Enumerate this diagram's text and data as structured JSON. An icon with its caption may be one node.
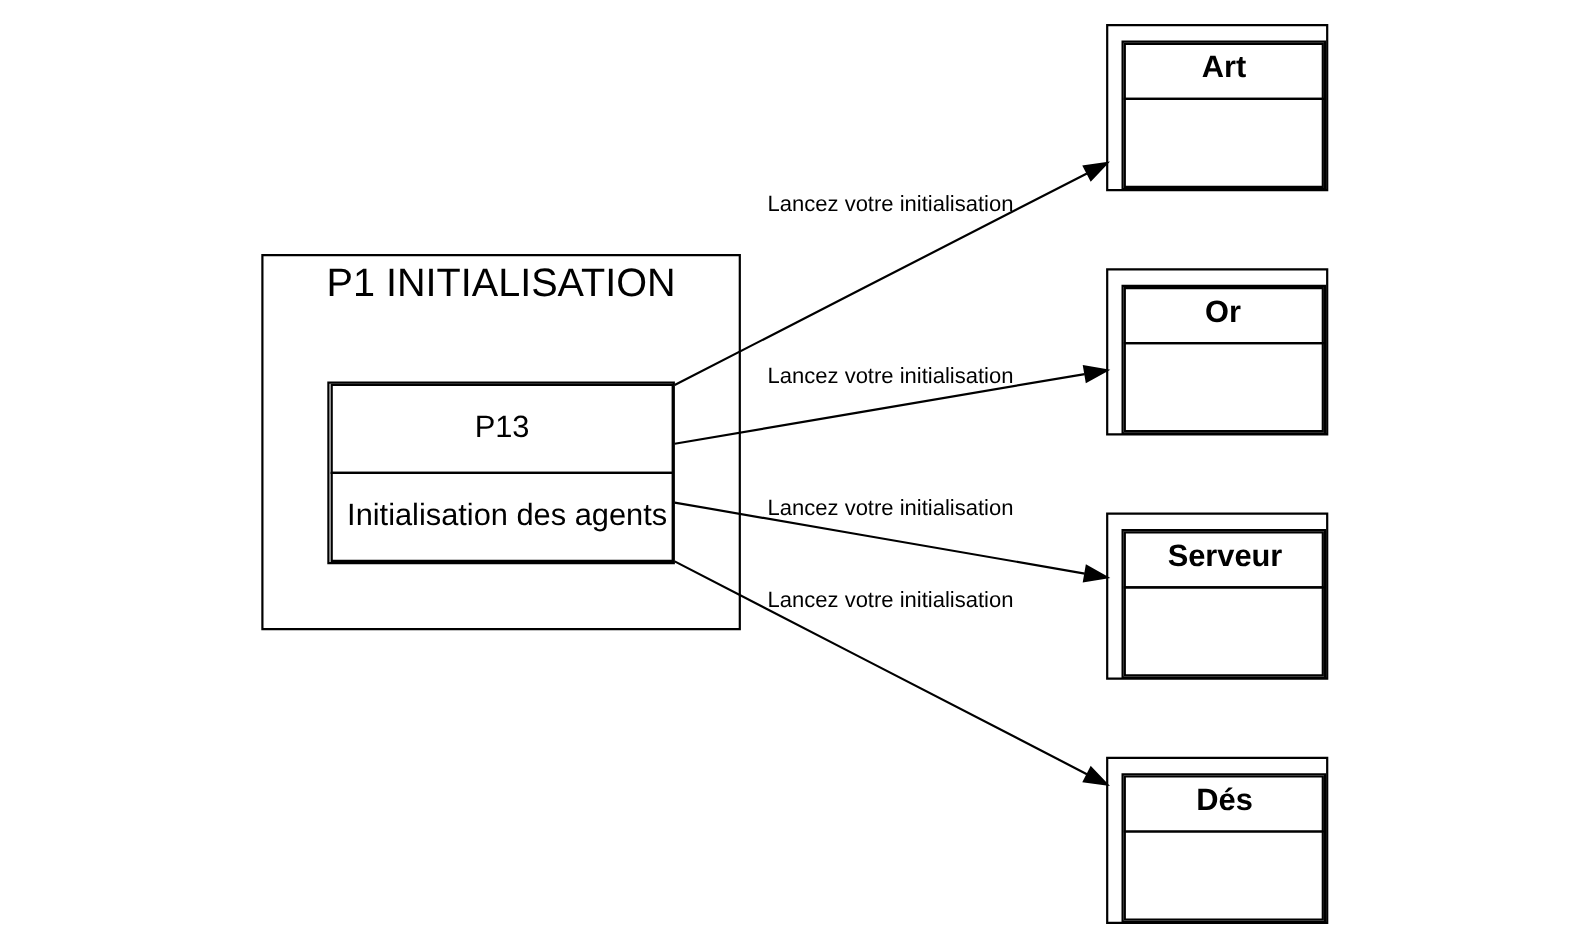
{
  "diagram": {
    "nodes": [
      {
        "text": [
          "P1 INITIALISATION"
        ]
      },
      {
        "text": [
          "P13",
          "Initialisation des agents"
        ],
        "in": 0
      },
      {
        "text": [
          "Art"
        ]
      },
      {
        "text": [
          "Or"
        ]
      },
      {
        "text": [
          "Serveur"
        ]
      },
      {
        "text": [
          "Dés"
        ]
      }
    ],
    "edges": [
      {
        "from": 1,
        "to": 2,
        "arrow": "to",
        "label": "Lancez votre initialisation"
      },
      {
        "from": 1,
        "to": 3,
        "arrow": "to",
        "label": "Lancez votre initialisation"
      },
      {
        "from": 1,
        "to": 5,
        "arrow": "to",
        "label": "Lancez votre initialisation"
      },
      {
        "from": 1,
        "to": 4,
        "arrow": "to",
        "label": "Lancez votre initialisation"
      }
    ]
  }
}
